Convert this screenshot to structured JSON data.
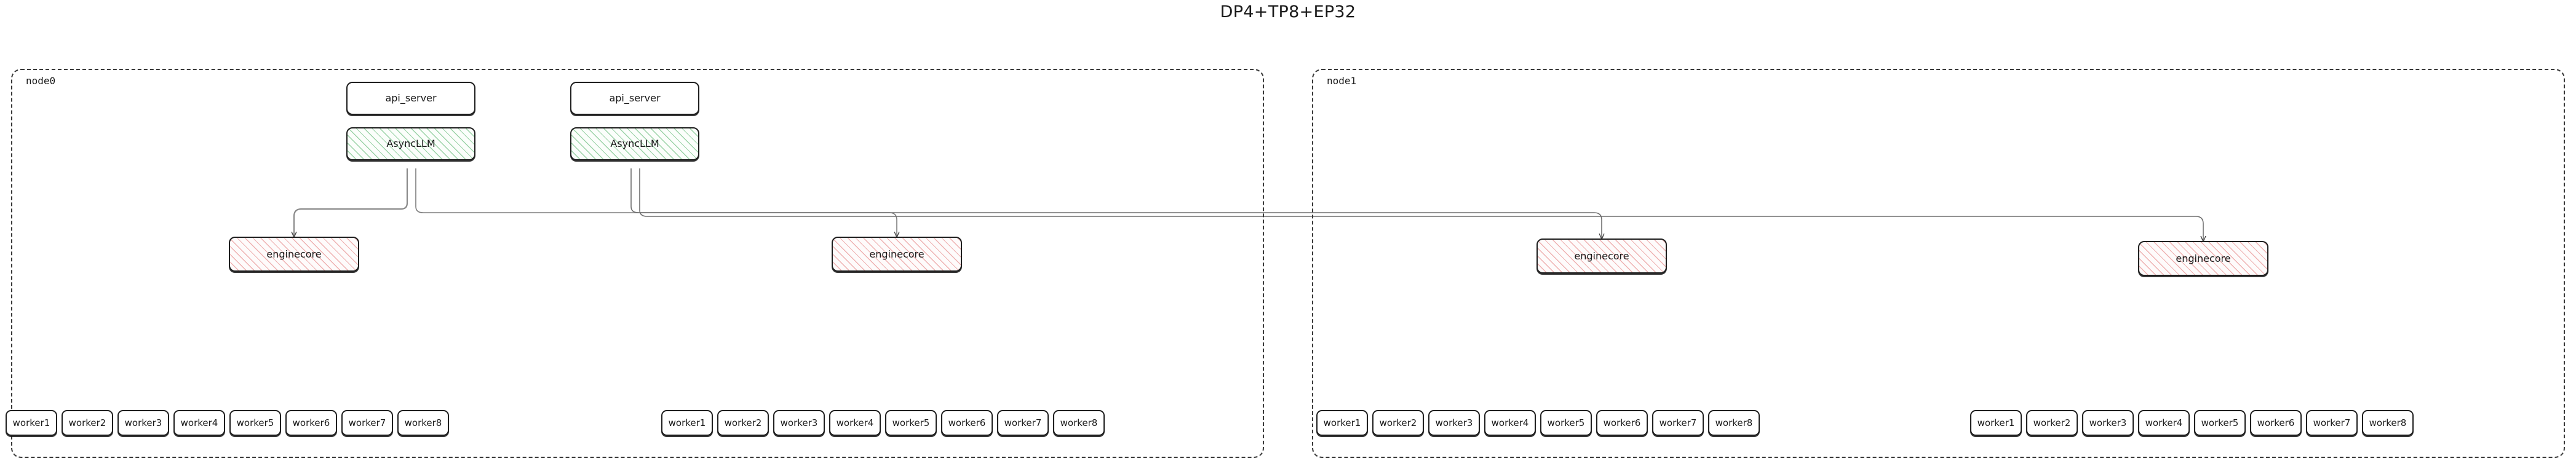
{
  "title": "DP4+TP8+EP32",
  "colors": {
    "background": "#ffffff",
    "stroke": "#1f1f1f",
    "cluster_border": "#3a3a3a",
    "asyncllm_hatch": "#4caf62",
    "enginecore_hatch": "#e27474",
    "text": "#1a1a1a",
    "edge": "#555555"
  },
  "clusters": [
    {
      "id": "node0",
      "label": "node0",
      "api_servers": [
        {
          "label": "api_server"
        },
        {
          "label": "api_server"
        }
      ],
      "async_llms": [
        {
          "label": "AsyncLLM"
        },
        {
          "label": "AsyncLLM"
        }
      ],
      "enginecores": [
        {
          "label": "enginecore"
        },
        {
          "label": "enginecore"
        }
      ],
      "worker_groups": [
        {
          "workers": [
            "worker1",
            "worker2",
            "worker3",
            "worker4",
            "worker5",
            "worker6",
            "worker7",
            "worker8"
          ]
        },
        {
          "workers": [
            "worker1",
            "worker2",
            "worker3",
            "worker4",
            "worker5",
            "worker6",
            "worker7",
            "worker8"
          ]
        }
      ]
    },
    {
      "id": "node1",
      "label": "node1",
      "api_servers": [],
      "async_llms": [],
      "enginecores": [
        {
          "label": "enginecore"
        },
        {
          "label": "enginecore"
        }
      ],
      "worker_groups": [
        {
          "workers": [
            "worker1",
            "worker2",
            "worker3",
            "worker4",
            "worker5",
            "worker6",
            "worker7",
            "worker8"
          ]
        },
        {
          "workers": [
            "worker1",
            "worker2",
            "worker3",
            "worker4",
            "worker5",
            "worker6",
            "worker7",
            "worker8"
          ]
        }
      ]
    }
  ]
}
